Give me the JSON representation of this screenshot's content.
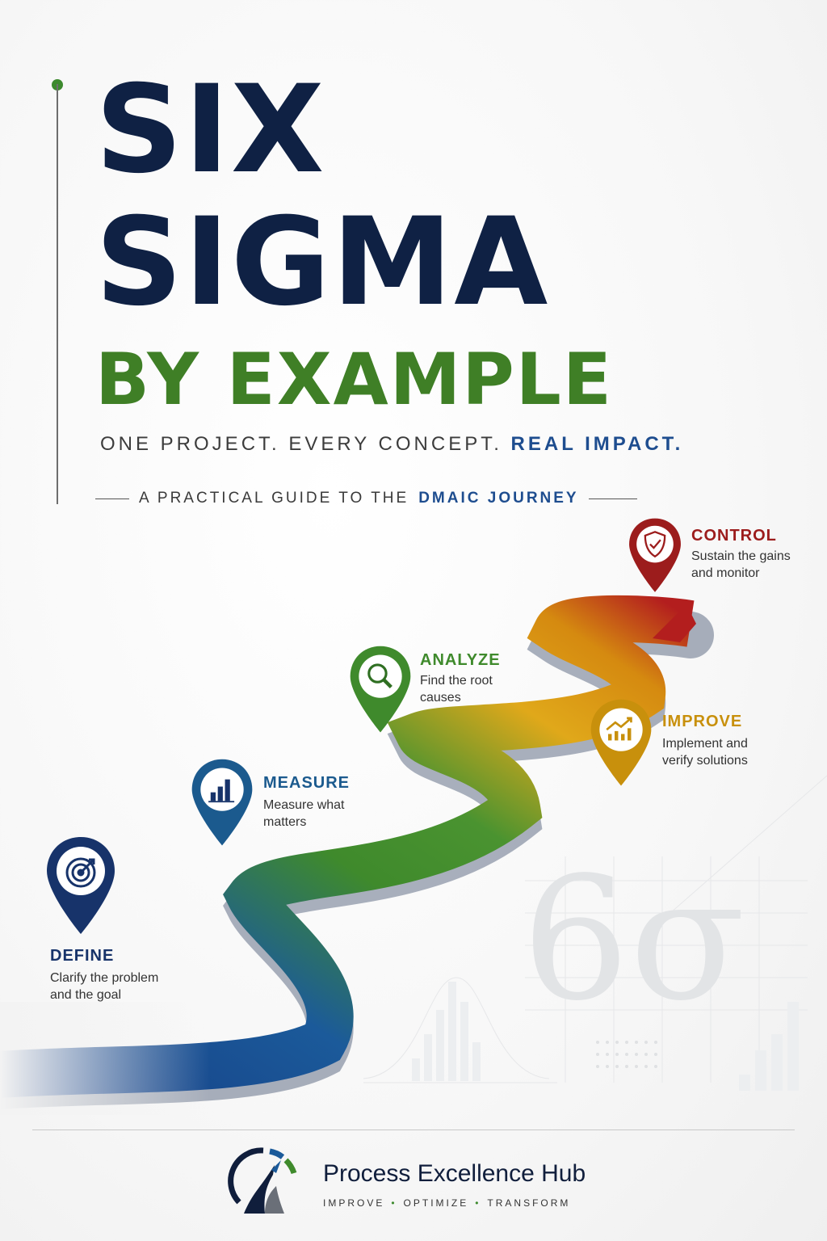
{
  "title": {
    "line1": "SIX",
    "line2": "SIGMA",
    "line3": "BY EXAMPLE"
  },
  "tagline": {
    "part1": "ONE PROJECT. EVERY CONCEPT.",
    "accent": "REAL IMPACT."
  },
  "subtitle": {
    "part1": "A PRACTICAL GUIDE TO THE",
    "accent": "DMAIC JOURNEY"
  },
  "stages": [
    {
      "name": "DEFINE",
      "desc": "Clarify the problem\nand the goal",
      "color": "#17336a",
      "icon": "target-icon"
    },
    {
      "name": "MEASURE",
      "desc": "Measure what\nmatters",
      "color": "#1b5a8e",
      "icon": "bar-chart-icon"
    },
    {
      "name": "ANALYZE",
      "desc": "Find the root\ncauses",
      "color": "#3f8a2c",
      "icon": "magnifier-icon"
    },
    {
      "name": "IMPROVE",
      "desc": "Implement and\nverify solutions",
      "color": "#c8900c",
      "icon": "trend-up-icon"
    },
    {
      "name": "CONTROL",
      "desc": "Sustain the gains\nand monitor",
      "color": "#9c1c1c",
      "icon": "shield-check-icon"
    }
  ],
  "watermark": "6σ",
  "brand": {
    "name": "Process Excellence Hub",
    "tag1": "IMPROVE",
    "tag2": "OPTIMIZE",
    "tag3": "TRANSFORM"
  }
}
